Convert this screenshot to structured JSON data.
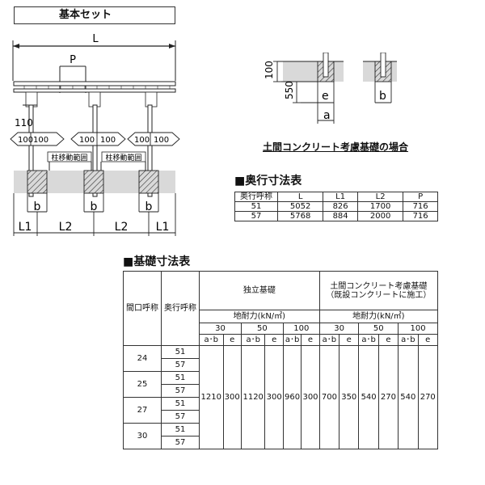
{
  "header": {
    "title": "基本セット"
  },
  "side_diagram": {
    "L": "L",
    "P": "P",
    "dim_110": "110",
    "dim_100_left": "100",
    "dim_100_right": "100",
    "zone_label": "柱移動範囲",
    "b": "b",
    "L1": "L1",
    "L2": "L2"
  },
  "foundation_diagram": {
    "dim_100": "100",
    "dim_550": "550",
    "e": "e",
    "a": "a",
    "b": "b",
    "caption": "土間コンクリート考慮基礎の場合"
  },
  "depth_table": {
    "title": "■奥行寸法表",
    "headers": [
      "奥行呼称",
      "L",
      "L1",
      "L2",
      "P"
    ],
    "rows": [
      [
        "51",
        "5052",
        "826",
        "1700",
        "716"
      ],
      [
        "57",
        "5768",
        "884",
        "2000",
        "716"
      ]
    ]
  },
  "foundation_table": {
    "title": "■基礎寸法表",
    "col_width": "間口呼称",
    "col_depth": "奥行呼称",
    "group1": "独立基礎",
    "group2_line1": "土間コンクリート考慮基礎",
    "group2_line2": "（既設コンクリートに施工）",
    "bearing": "地耐力(kN/㎡)",
    "levels": [
      "30",
      "50",
      "100"
    ],
    "sub": [
      "a･b",
      "e"
    ],
    "widths": [
      "24",
      "25",
      "27",
      "30"
    ],
    "depths": [
      "51",
      "57"
    ],
    "values": [
      "1210",
      "300",
      "1120",
      "300",
      "960",
      "300",
      "700",
      "350",
      "540",
      "270",
      "540",
      "270"
    ]
  },
  "colors": {
    "line": "#222222",
    "hatch": "#555555",
    "ground": "#d9d9d9"
  }
}
